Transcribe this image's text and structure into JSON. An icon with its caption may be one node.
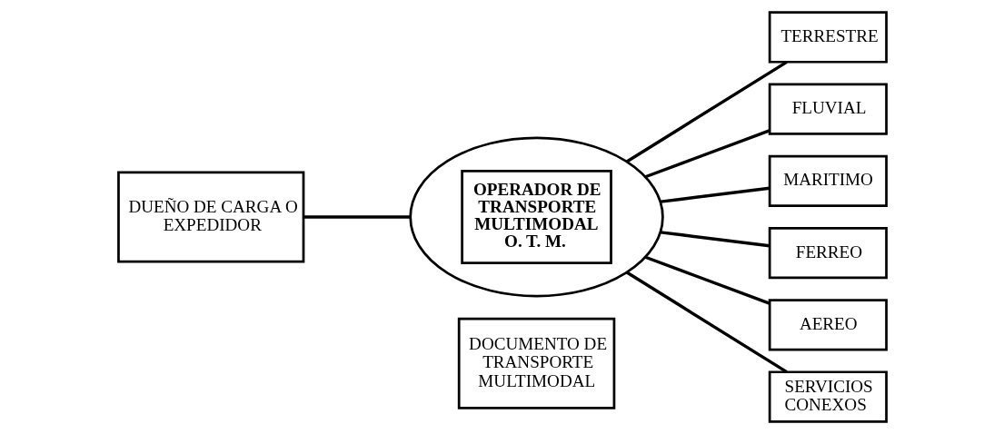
{
  "diagram": {
    "nodes": [
      {
        "text": [
          "DUEÑO DE CARGA O EXPEDIDOR"
        ]
      },
      {
        "text": [
          "OPERADOR DE TRANSPORTE MULTIMODAL O. T. M."
        ]
      },
      {
        "text": [
          "DOCUMENTO DE TRANSPORTE MULTIMODAL"
        ]
      },
      {
        "text": [
          "TERRESTRE"
        ]
      },
      {
        "text": [
          "FLUVIAL"
        ]
      },
      {
        "text": [
          "MARITIMO"
        ]
      },
      {
        "text": [
          "FERREO"
        ]
      },
      {
        "text": [
          "AEREO"
        ]
      },
      {
        "text": [
          "SERVICIOS CONEXOS"
        ]
      }
    ],
    "edges": [
      {
        "from": 0,
        "to": 1,
        "arrow": "none"
      },
      {
        "from": 1,
        "to": 3,
        "arrow": "none"
      },
      {
        "from": 1,
        "to": 4,
        "arrow": "none"
      },
      {
        "from": 1,
        "to": 5,
        "arrow": "none"
      },
      {
        "from": 1,
        "to": 6,
        "arrow": "none"
      },
      {
        "from": 1,
        "to": 7,
        "arrow": "none"
      },
      {
        "from": 1,
        "to": 8,
        "arrow": "none"
      }
    ]
  }
}
